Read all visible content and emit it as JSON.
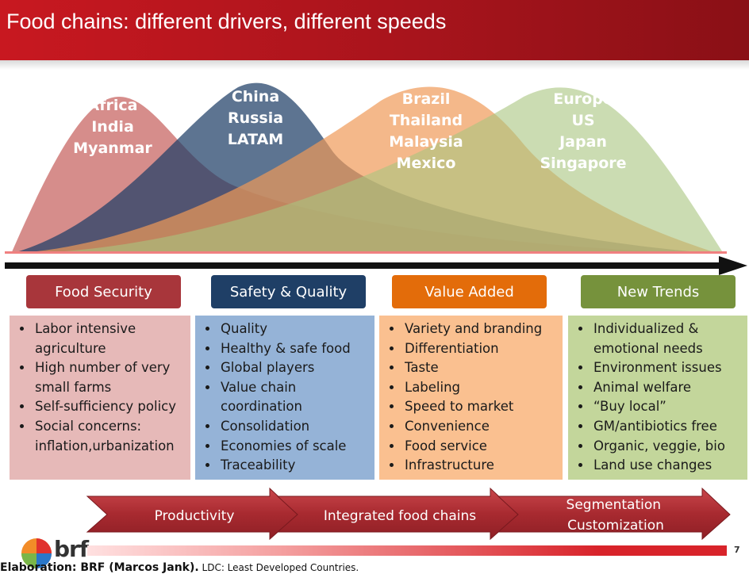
{
  "title": "Food chains: different drivers, different speeds",
  "regions": [
    {
      "lines": [
        "Africa",
        "India",
        "Myanmar"
      ]
    },
    {
      "lines": [
        "China",
        "Russia",
        "LATAM"
      ]
    },
    {
      "lines": [
        "Brazil",
        "Thailand",
        "Malaysia",
        "Mexico"
      ]
    },
    {
      "lines": [
        "Europe",
        "US",
        "Japan",
        "Singapore"
      ]
    }
  ],
  "categories": [
    {
      "label": "Food Security",
      "color": "#a8363b",
      "box_color": "#e6b9b8",
      "items": [
        "Labor intensive agriculture",
        "High number of very small farms",
        "Self-sufficiency policy",
        "Social concerns: inflation,urbanization"
      ]
    },
    {
      "label": "Safety & Quality",
      "color": "#1f3f66",
      "box_color": "#95b3d7",
      "items": [
        "Quality",
        "Healthy & safe food",
        "Global players",
        "Value chain coordination",
        "Consolidation",
        "Economies of scale",
        "Traceability"
      ]
    },
    {
      "label": "Value Added",
      "color": "#e36c0a",
      "box_color": "#fac090",
      "items": [
        "Variety and branding",
        "Differentiation",
        "Taste",
        "Labeling",
        "Speed to market",
        "Convenience",
        "Food service",
        "Infrastructure"
      ]
    },
    {
      "label": "New Trends",
      "color": "#76923c",
      "box_color": "#c3d69b",
      "items": [
        "Individualized & emotional needs",
        "Environment issues",
        "Animal welfare",
        "“Buy local”",
        "GM/antibiotics free",
        "Organic, veggie, bio",
        "Land use changes"
      ]
    }
  ],
  "process_arrows": [
    {
      "label": "Productivity"
    },
    {
      "label": "Integrated food chains"
    },
    {
      "label": "Segmentation Customization"
    }
  ],
  "footer": {
    "logo": "brf",
    "page": "7",
    "source_bold": "Elaboration: BRF (Marcos Jank).",
    "source_rest": " LDC: Least Developed Countries."
  },
  "colors": {
    "banner": "#c81820",
    "curve_red": "#c0504d",
    "curve_blue": "#1f3f66",
    "curve_orange": "#f09a58",
    "curve_green": "#a9c47f"
  }
}
